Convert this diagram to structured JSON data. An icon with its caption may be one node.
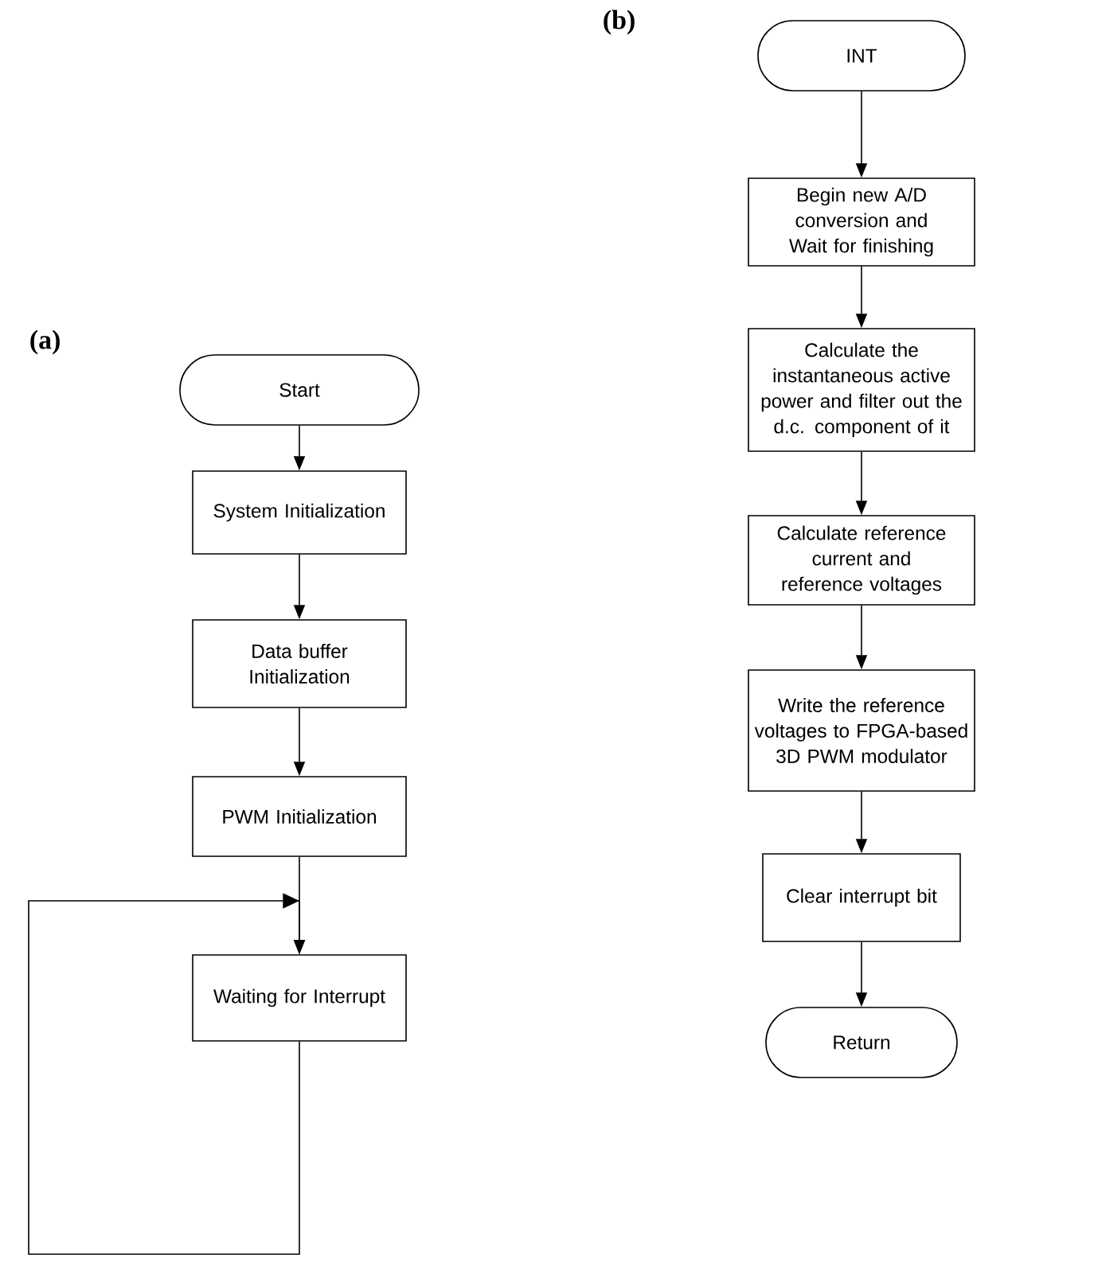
{
  "diagram": {
    "nodes": [
      {
        "text": [
          "Start"
        ]
      },
      {
        "text": [
          "System Initialization"
        ]
      },
      {
        "text": [
          "Data buffer Initialization"
        ]
      },
      {
        "text": [
          "PWM Initialization"
        ]
      },
      {
        "text": [
          "Waiting for Interrupt"
        ]
      },
      {
        "text": [
          "INT"
        ]
      },
      {
        "text": [
          "Begin new A/D conversion and Wait for finishing"
        ]
      },
      {
        "text": [
          "Calculate the instantaneous active power and filter out the d.c. component of it"
        ]
      },
      {
        "text": [
          "Calculate reference current and reference voltages"
        ]
      },
      {
        "text": [
          "Write the reference voltages to FPGA-based 3D PWM modulator"
        ]
      },
      {
        "text": [
          "Clear interrupt bit"
        ]
      },
      {
        "text": [
          "Return"
        ]
      }
    ],
    "edges": [
      {
        "from": 0,
        "to": 1,
        "arrow": "to"
      },
      {
        "from": 1,
        "to": 2,
        "arrow": "to"
      },
      {
        "from": 2,
        "to": 3,
        "arrow": "to"
      },
      {
        "from": 3,
        "to": 4,
        "arrow": "to"
      },
      {
        "from": 4,
        "to": 4,
        "arrow": "to"
      },
      {
        "from": 5,
        "to": 6,
        "arrow": "to"
      },
      {
        "from": 6,
        "to": 7,
        "arrow": "to"
      },
      {
        "from": 7,
        "to": 8,
        "arrow": "to"
      },
      {
        "from": 8,
        "to": 9,
        "arrow": "to"
      },
      {
        "from": 9,
        "to": 10,
        "arrow": "to"
      },
      {
        "from": 10,
        "to": 11,
        "arrow": "to"
      }
    ],
    "labels": [
      "(a)",
      "(b)"
    ]
  }
}
